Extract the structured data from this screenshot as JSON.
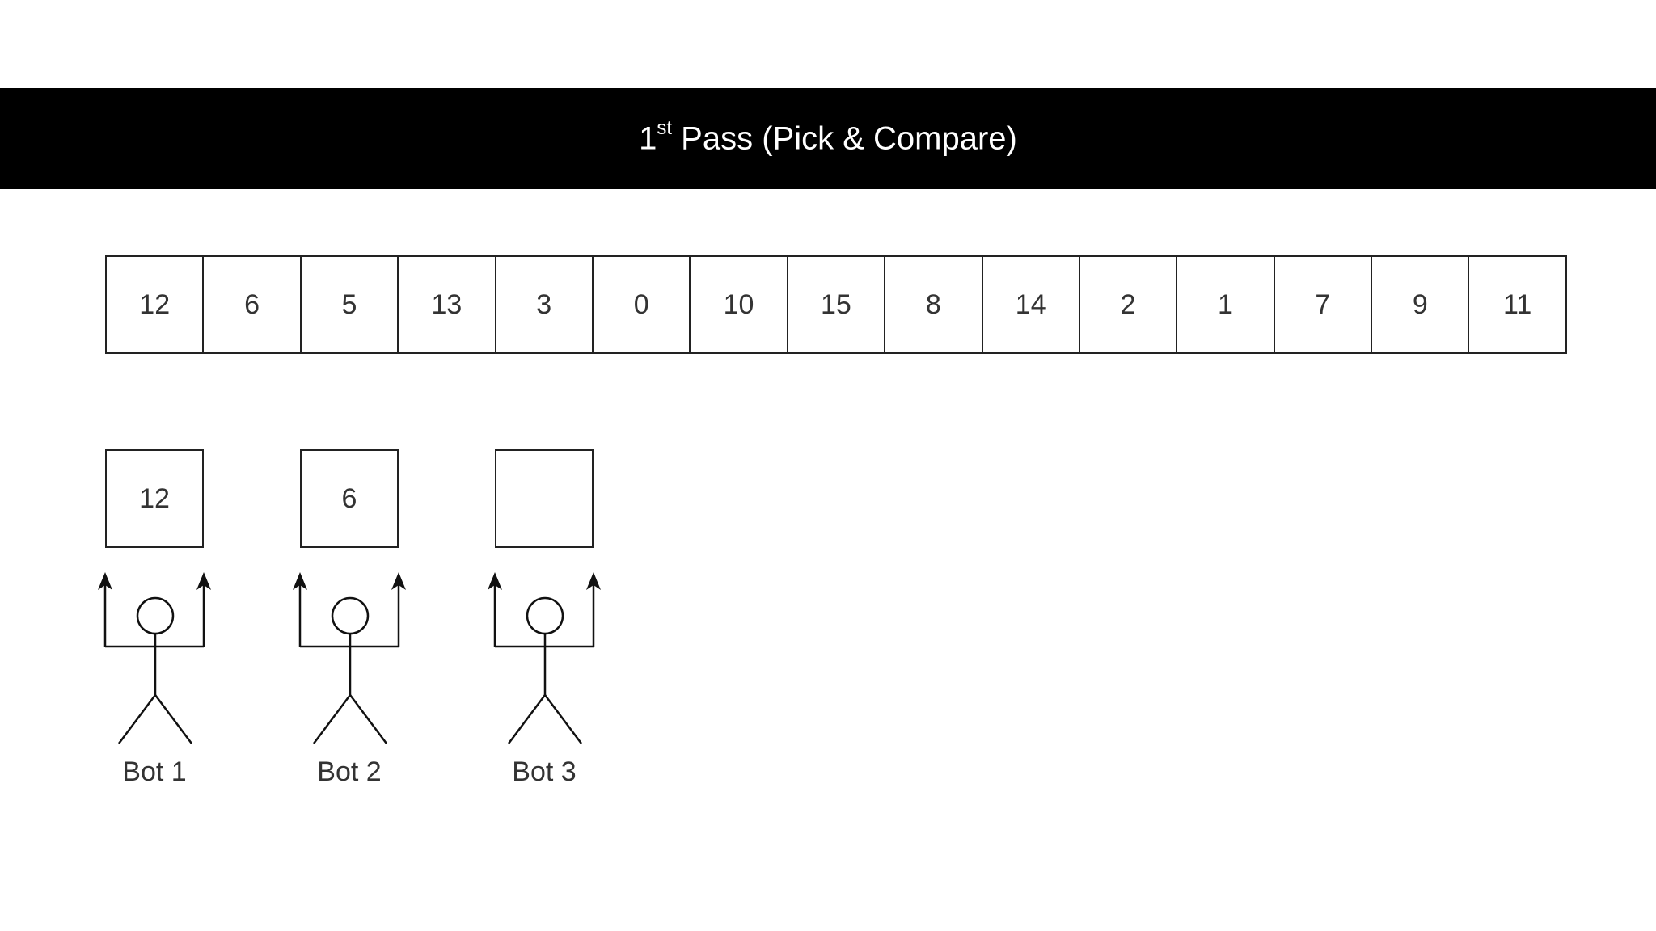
{
  "title": {
    "main": "1",
    "superscript": "st",
    "rest": " Pass (Pick & Compare)"
  },
  "array": [
    "12",
    "6",
    "5",
    "13",
    "3",
    "0",
    "10",
    "15",
    "8",
    "14",
    "2",
    "1",
    "7",
    "9",
    "11"
  ],
  "bots": [
    {
      "label": "Bot 1",
      "value": "12"
    },
    {
      "label": "Bot 2",
      "value": "6"
    },
    {
      "label": "Bot 3",
      "value": ""
    }
  ]
}
